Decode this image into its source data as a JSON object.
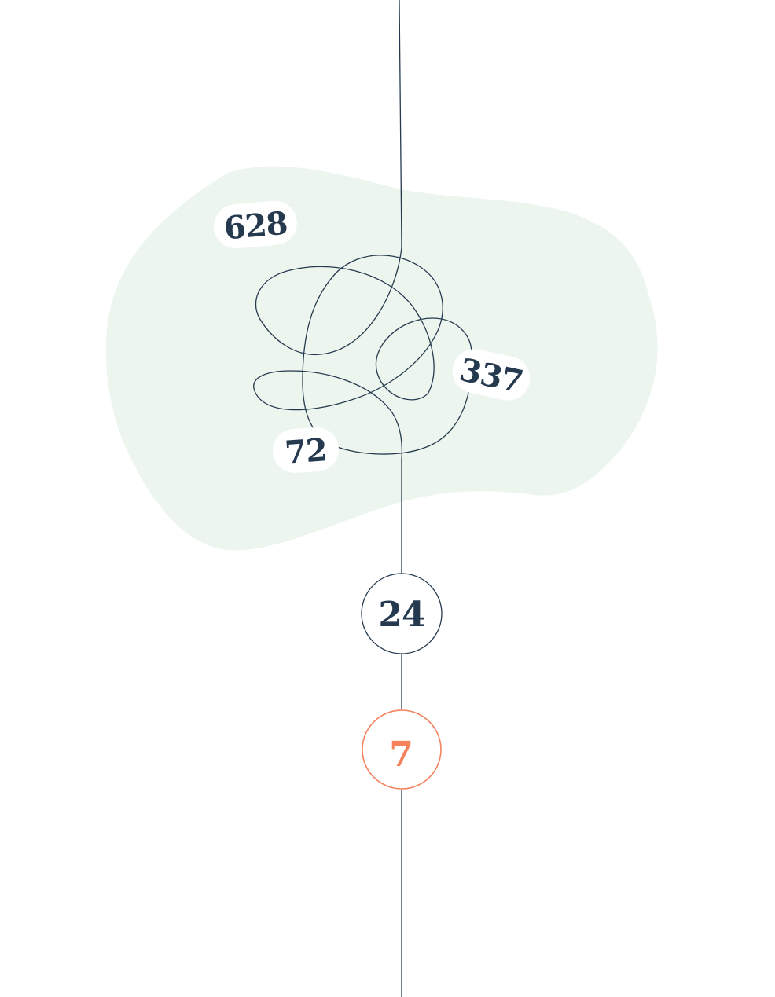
{
  "colors": {
    "background": "#ffffff",
    "blob": "#ecf5ee",
    "line": "#263a4f",
    "text": "#263a4f",
    "accent": "#f4825d",
    "pill": "#ffffff"
  },
  "labels": {
    "n628": "628",
    "n337": "337",
    "n72": "72"
  },
  "nodes": {
    "n24": "24",
    "n7": "7"
  }
}
